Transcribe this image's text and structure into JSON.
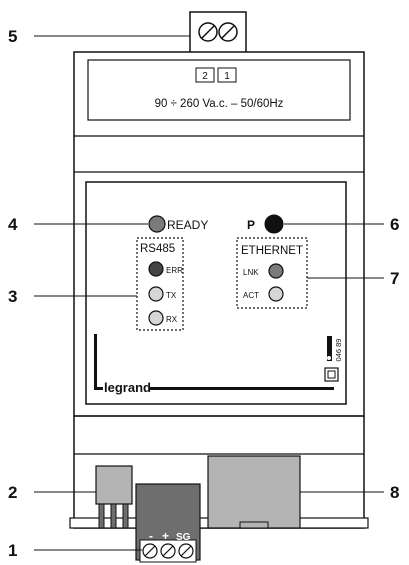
{
  "callouts": [
    "1",
    "2",
    "3",
    "4",
    "5",
    "6",
    "7",
    "8"
  ],
  "top_terminal": {
    "labels": [
      "2",
      "1"
    ]
  },
  "power_rating": "90 ÷ 260 Va.c. – 50/60Hz",
  "indicators": {
    "ready": "READY",
    "p_button": "P",
    "rs485": {
      "title": "RS485",
      "err": "ERR",
      "tx": "TX",
      "rx": "RX"
    },
    "ethernet": {
      "title": "ETHERNET",
      "lnk": "LNK",
      "act": "ACT"
    }
  },
  "brand": "legrand",
  "part_number": "046 89",
  "bottom_terminal": {
    "minus": "-",
    "plus": "+",
    "sg": "SG"
  },
  "colors": {
    "outline": "#111111",
    "led_dark": "#444444",
    "led_mid": "#7a7a7a",
    "led_light": "#d6d6d6",
    "ethernet_port": "#b4b4b4",
    "terminal_block": "#6e6e6e"
  }
}
